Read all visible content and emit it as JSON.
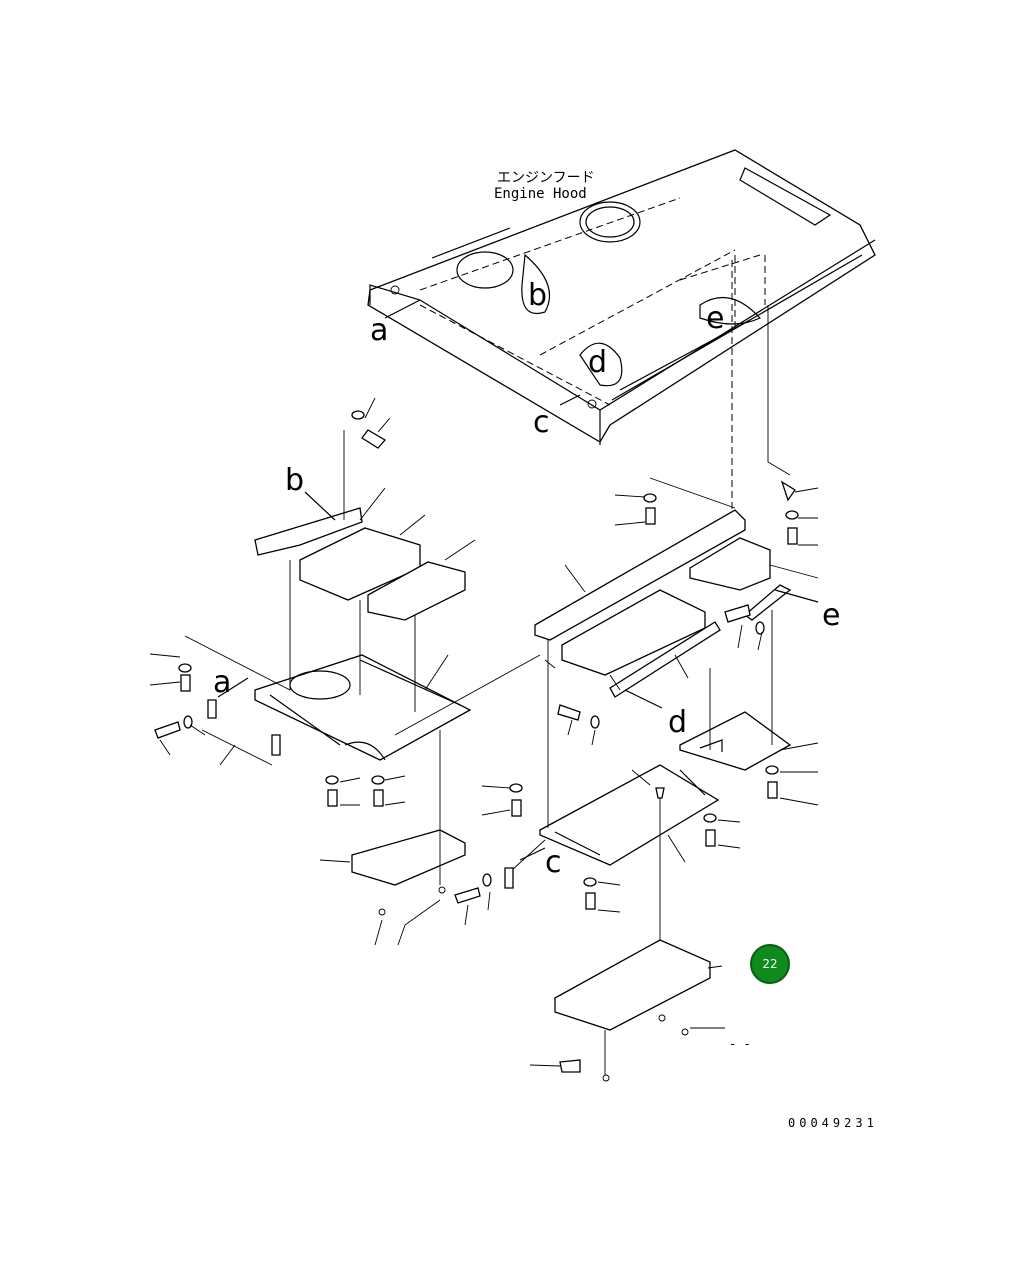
{
  "hood_label_jp": "エンジンフード",
  "hood_label_en": "Engine Hood",
  "view_letters": {
    "a": "a",
    "b": "b",
    "c": "c",
    "d": "d",
    "e": "e"
  },
  "reference_number": "00049231",
  "badge": {
    "number": "22",
    "color": "#0f8a1c",
    "ring_color": "#0a5e12"
  },
  "stray_mark": "- -"
}
